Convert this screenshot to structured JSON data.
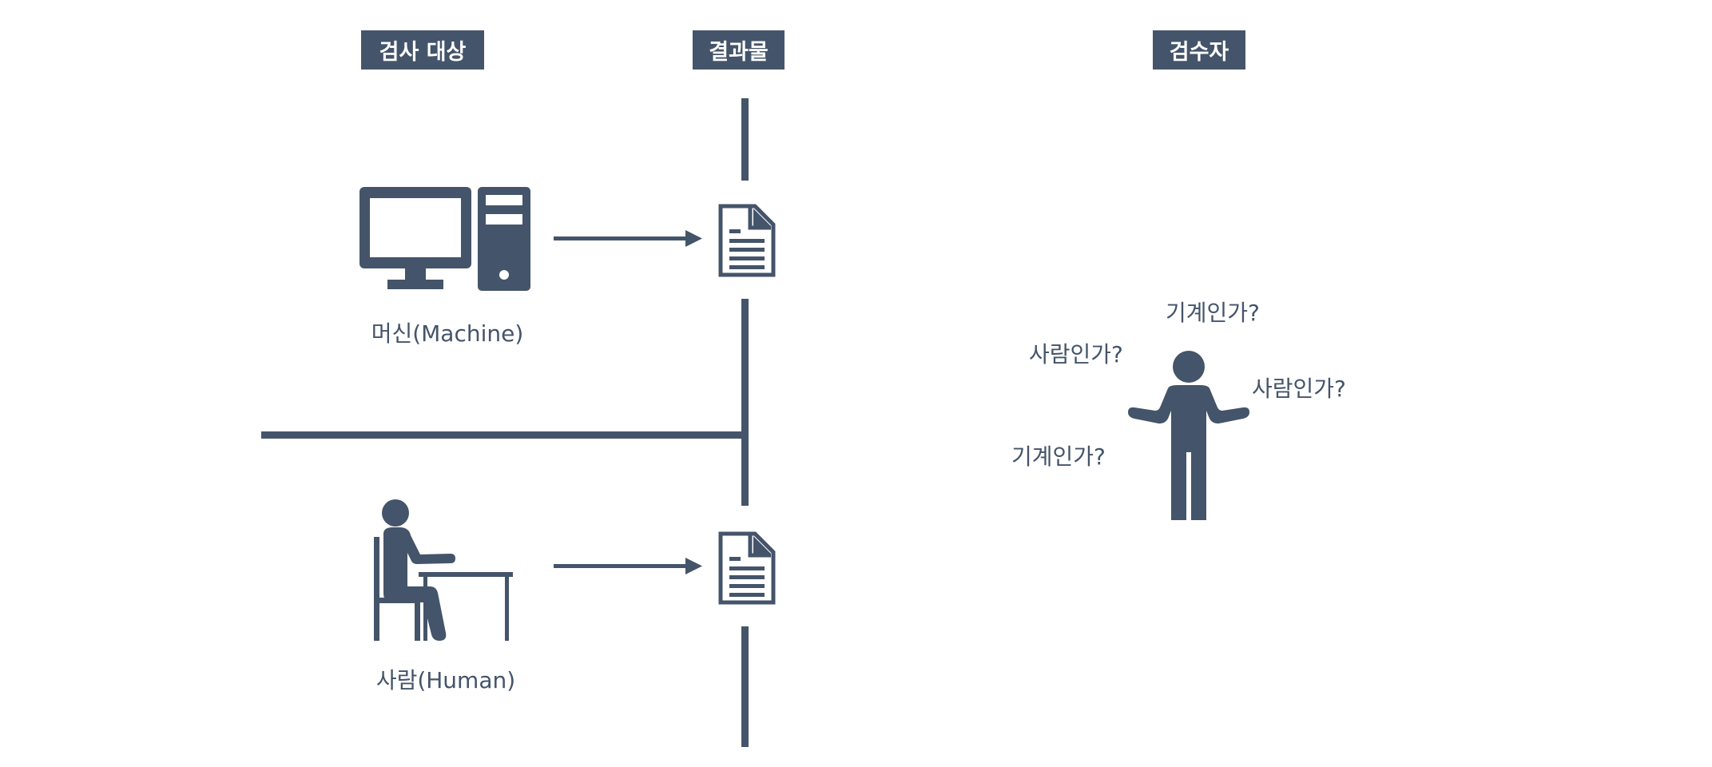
{
  "headers": {
    "target": "검사 대상",
    "result": "결과물",
    "inspector": "검수자"
  },
  "subjects": {
    "machine_label": "머신(Machine)",
    "human_label": "사람(Human)"
  },
  "questions": [
    "기계인가?",
    "사람인가?",
    "사람인가?",
    "기계인가?"
  ],
  "colors": {
    "primary": "#44546a",
    "background": "#ffffff"
  },
  "icons": {
    "machine": "desktop-computer-icon",
    "human": "person-at-desk-icon",
    "result_top": "document-icon",
    "result_bottom": "document-icon",
    "inspector": "shrugging-person-icon"
  }
}
